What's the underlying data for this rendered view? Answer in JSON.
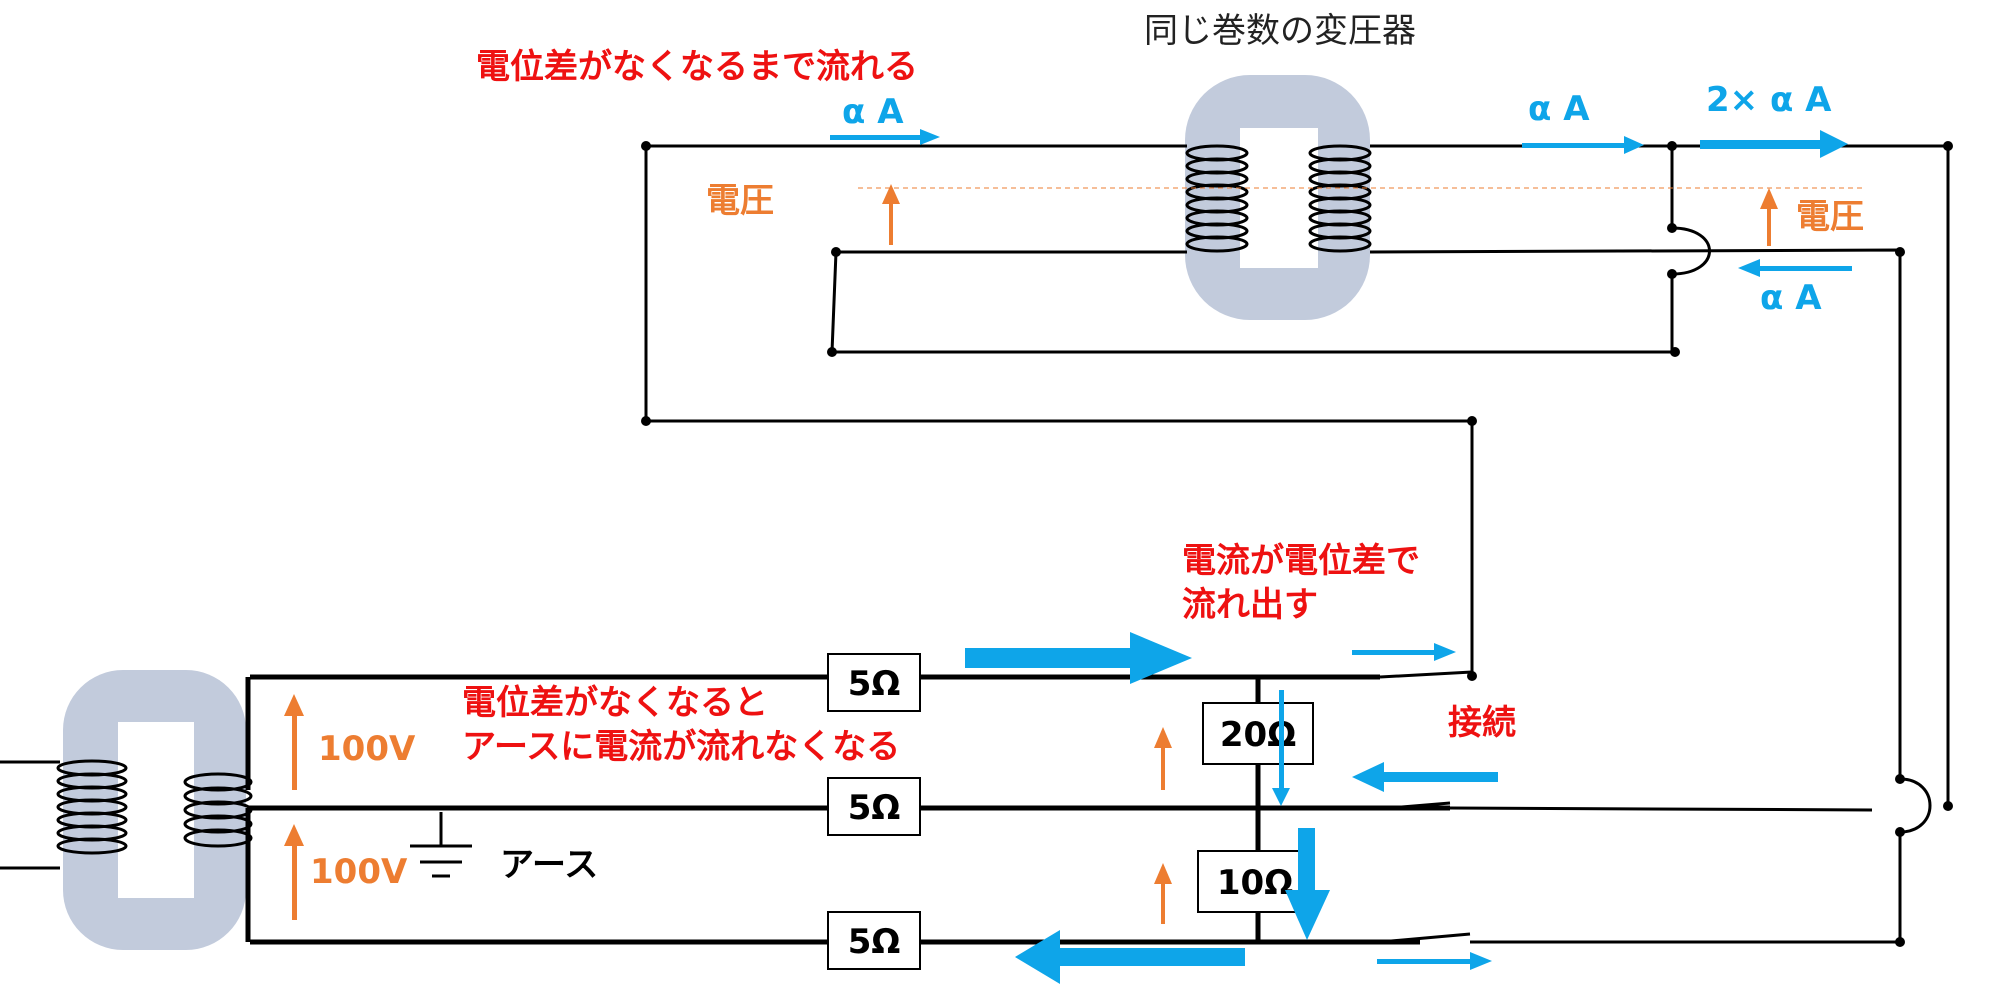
{
  "title": "同じ巻数の変圧器",
  "notes": {
    "top_flow": "電位差がなくなるまで流れる",
    "current_start_1": "電流が電位差で",
    "current_start_2": "流れ出す",
    "earth_stop_1": "電位差がなくなると",
    "earth_stop_2": "アースに電流が流れなくなる",
    "connect": "接続"
  },
  "currents": {
    "alpha_left": "α A",
    "alpha_mid": "α A",
    "alpha_double": "2× α A",
    "alpha_return": "α A"
  },
  "voltages": {
    "top_left": "電圧",
    "top_right": "電圧",
    "upper": "100V",
    "lower": "100V"
  },
  "earth_label": "アース",
  "resistors": {
    "line_top": "5Ω",
    "line_mid": "5Ω",
    "line_bottom": "5Ω",
    "load_upper": "20Ω",
    "load_lower": "10Ω"
  },
  "colors": {
    "annotation": "#ee1111",
    "current": "#0ea5e9",
    "voltage": "#ed7d31",
    "core": "#c2cbdc"
  }
}
